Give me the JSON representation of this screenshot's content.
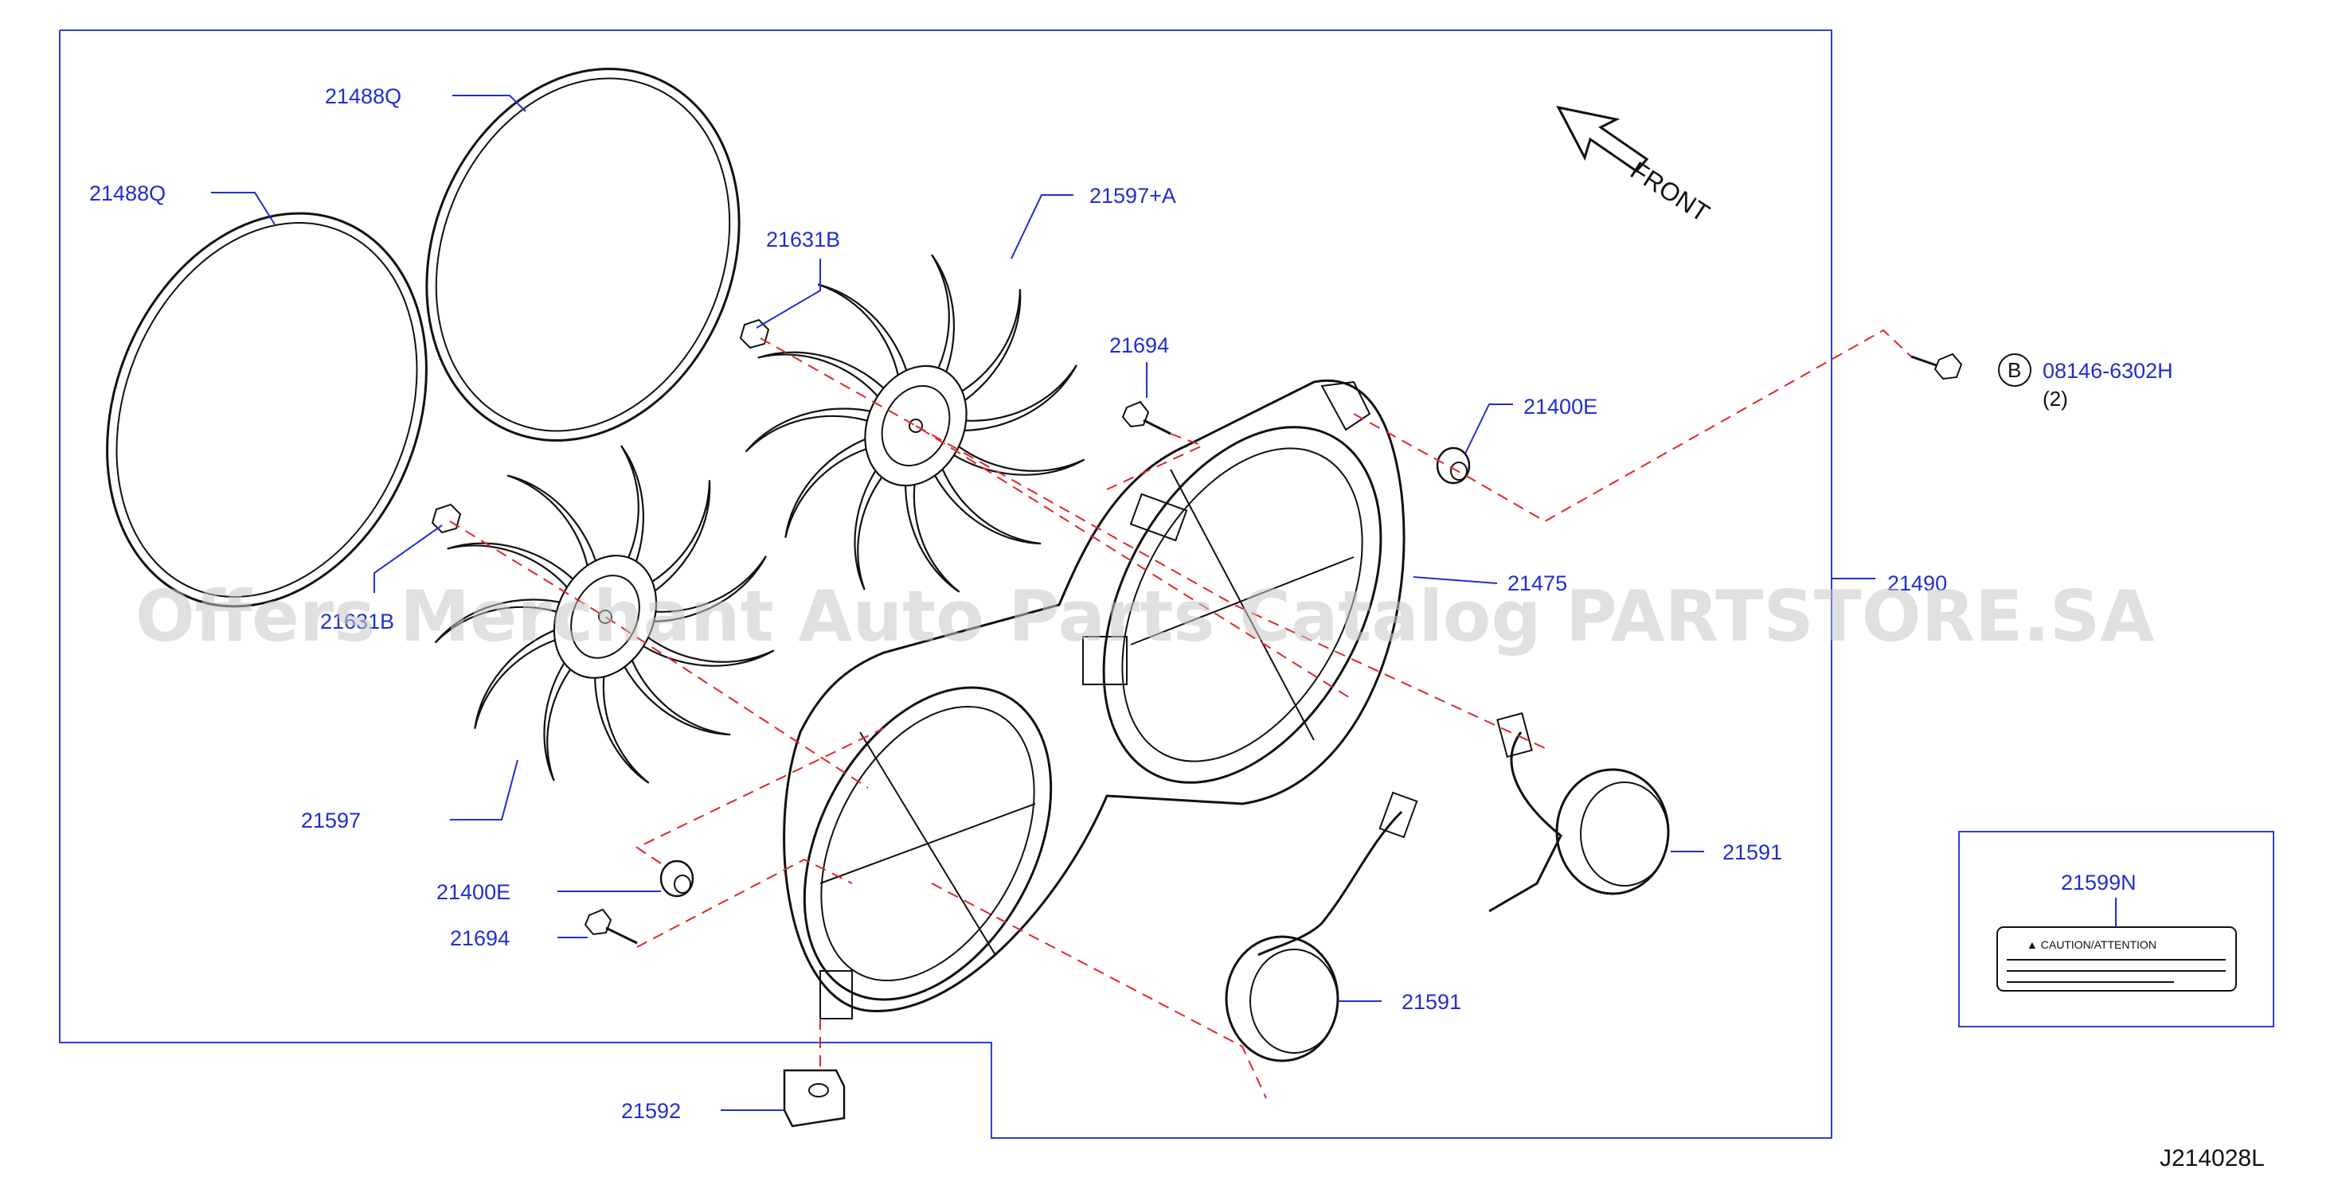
{
  "diagram": {
    "front_label": "FRONT",
    "watermark": "Offers Merchant Auto Parts Catalog PARTSTORE.SA",
    "drawing_code": "J214028L",
    "callout_letter": "B",
    "bolt_qty": "(2)",
    "caution_text": "▲ CAUTION/ATTENTION",
    "parts": {
      "ring_upper": "21488Q",
      "ring_left": "21488Q",
      "fan_upper": "21597+A",
      "fan_lower": "21597",
      "nut_upper": "21631B",
      "nut_lower": "21631B",
      "screw_upper": "21694",
      "screw_lower": "21694",
      "grommet_right": "21400E",
      "grommet_left": "21400E",
      "bolt": "08146-6302H",
      "shroud": "21475",
      "assembly": "21490",
      "motor_right": "21591",
      "motor_lower": "21591",
      "bracket": "21592",
      "caution_label": "21599N"
    }
  }
}
